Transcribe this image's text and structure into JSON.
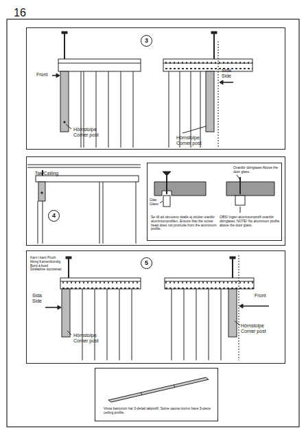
{
  "diagram": {
    "nodes": [
      {
        "text": [
          "Front",
          "Hörnstolpe Corner post",
          "Sida Side",
          "Hörnstolpe Corner post"
        ]
      },
      {
        "text": [
          "3"
        ],
        "in": 0
      },
      {
        "text": [
          "Tak/Ceiling"
        ]
      },
      {
        "text": [
          "4"
        ],
        "in": 2
      },
      {
        "text": [
          "Glas Glass",
          "Se till att skruvens skalle ej sticker utanför aluminiumprofilen. Ensure that the screw head does not protrude from the aluminium profile.",
          "Ovanför dörrglaset Above the door glass.",
          "OBS! Ingen aluminiumprofil ovanför dörrglaset. NOTE! No aluminium profile above the door glass."
        ],
        "in": 2
      },
      {
        "text": [
          "Kant i kant Flush fitting Kantenbündig Bord à bord Dokładnie wyrównać",
          "Sida Side",
          "Hörnstolpe Corner post",
          "Front",
          "Hörnstolpe Corner post"
        ]
      },
      {
        "text": [
          "5"
        ],
        "in": 5
      },
      {
        "text": [
          "Vissa basturum har 3-delad takprofil. Some sauna rooms have 3-piece ceiling profile."
        ]
      }
    ],
    "labels": [
      "16"
    ]
  }
}
